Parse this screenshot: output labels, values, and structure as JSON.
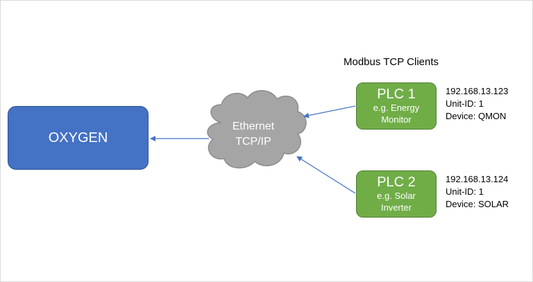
{
  "diagram": {
    "title": "Modbus TCP Clients",
    "server": {
      "label": "OXYGEN"
    },
    "network": {
      "line1": "Ethernet",
      "line2": "TCP/IP"
    },
    "clients": [
      {
        "name": "PLC 1",
        "example_line1": "e.g. Energy",
        "example_line2": "Monitor",
        "ip": "192.168.13.123",
        "unit_id": "Unit-ID: 1",
        "device": "Device: QMON"
      },
      {
        "name": "PLC 2",
        "example_line1": "e.g. Solar",
        "example_line2": "Inverter",
        "ip": "192.168.13.124",
        "unit_id": "Unit-ID: 1",
        "device": "Device: SOLAR"
      }
    ],
    "colors": {
      "server_fill": "#4472c4",
      "client_fill": "#70ad47",
      "cloud_fill": "#a5a5a5",
      "arrow": "#4472c4"
    }
  }
}
